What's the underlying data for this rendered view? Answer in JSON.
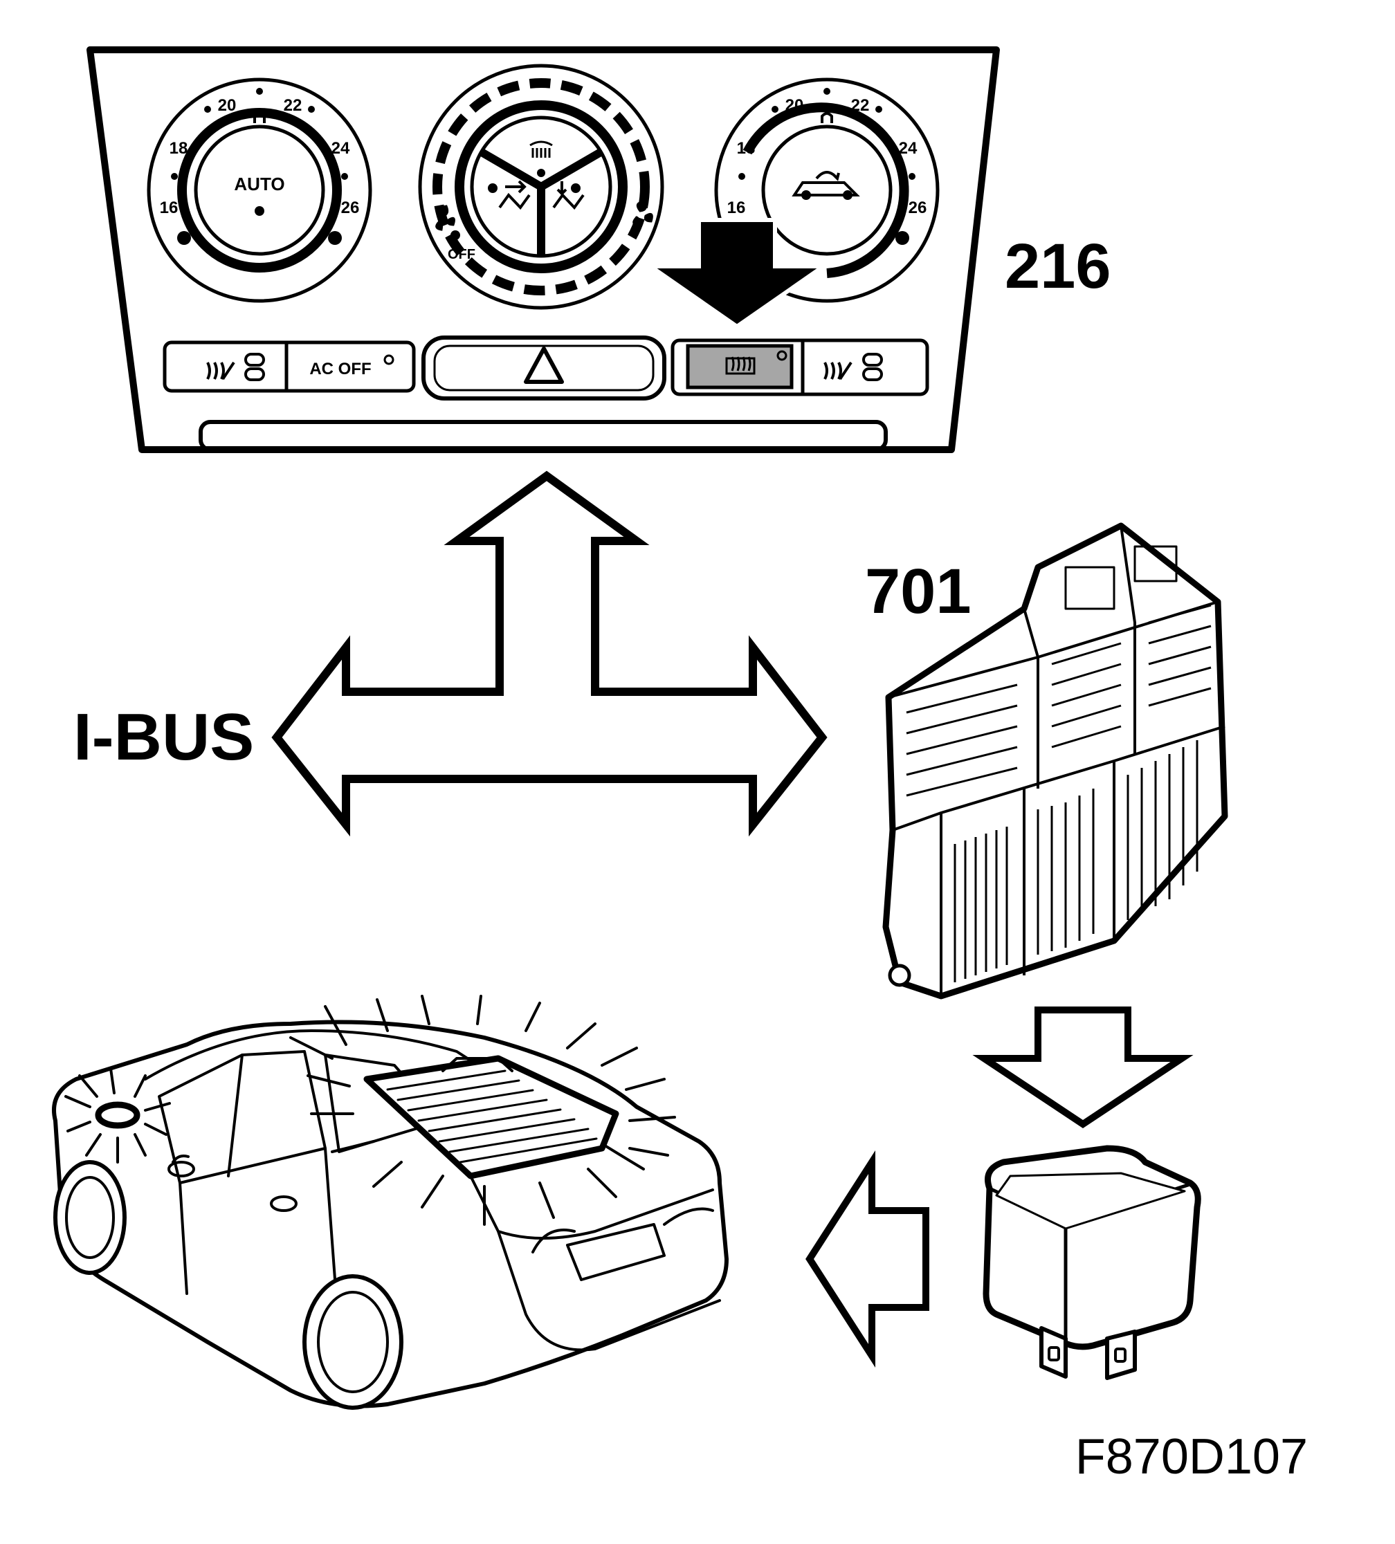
{
  "labels": {
    "control_panel_ref": "216",
    "central_module_ref": "701",
    "bus_name": "I-BUS",
    "figure_id": "F870D107"
  },
  "control_panel": {
    "left_dial": {
      "center_text": "AUTO",
      "scale": [
        "16",
        "18",
        "20",
        "22",
        "24",
        "26"
      ]
    },
    "right_dial": {
      "scale": [
        "16",
        "18",
        "20",
        "22",
        "24",
        "26"
      ]
    },
    "fan_dial": {
      "off_text": "OFF"
    },
    "buttons": {
      "ac_off_label": "AC OFF"
    }
  },
  "colors": {
    "line": "#000000",
    "background": "#ffffff",
    "highlight_button": "#a6a6a6"
  },
  "icons": [
    "heated-seat-icon",
    "windscreen-defrost-icon",
    "rear-defrost-icon",
    "recirculation-icon",
    "fan-icon",
    "hazard-triangle-icon",
    "air-vent-icon"
  ]
}
